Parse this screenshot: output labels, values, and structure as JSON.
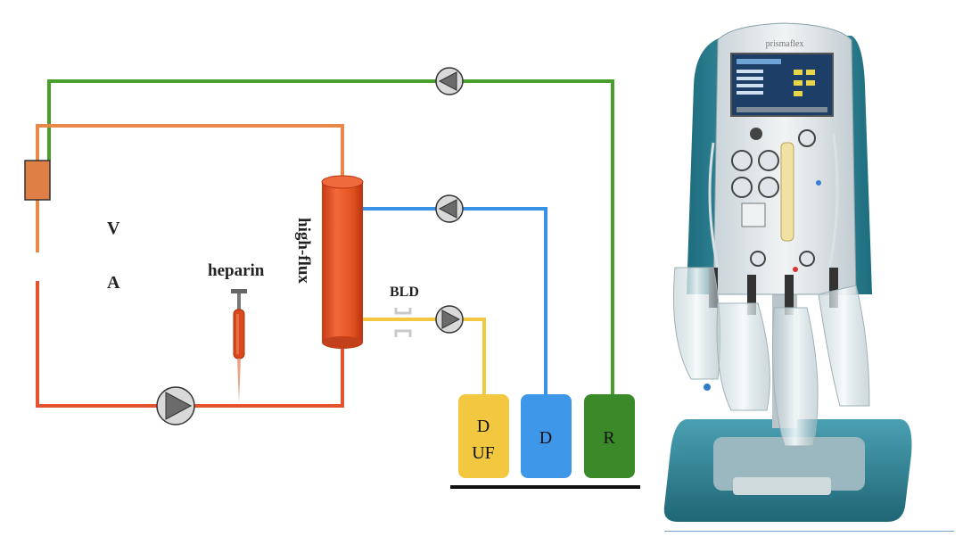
{
  "diagram": {
    "labels": {
      "venous": "V",
      "arterial": "A",
      "heparin": "heparin",
      "filter": "high-flux",
      "blood_leak_detector": "BLD"
    },
    "bags": [
      {
        "id": "dialysate_uf",
        "line1": "D",
        "line2": "UF",
        "color": "#f3c841"
      },
      {
        "id": "dialysate",
        "line1": "D",
        "line2": "",
        "color": "#3f97ea"
      },
      {
        "id": "replacement",
        "line1": "R",
        "line2": "",
        "color": "#3a8a2a"
      }
    ],
    "colors": {
      "blood_venous": "#e8894a",
      "blood_arterial": "#e5532e",
      "dialysate_in": "#3a92e6",
      "effluent": "#f3c841",
      "replacement_line": "#4a9e2c",
      "pump_fill": "#d9d9d9",
      "pump_arrow": "#6b6b6b",
      "filter_body": "#e85a2e"
    },
    "device": {
      "brand_text": "prismaflex",
      "icon": "crrt-machine-icon"
    }
  }
}
